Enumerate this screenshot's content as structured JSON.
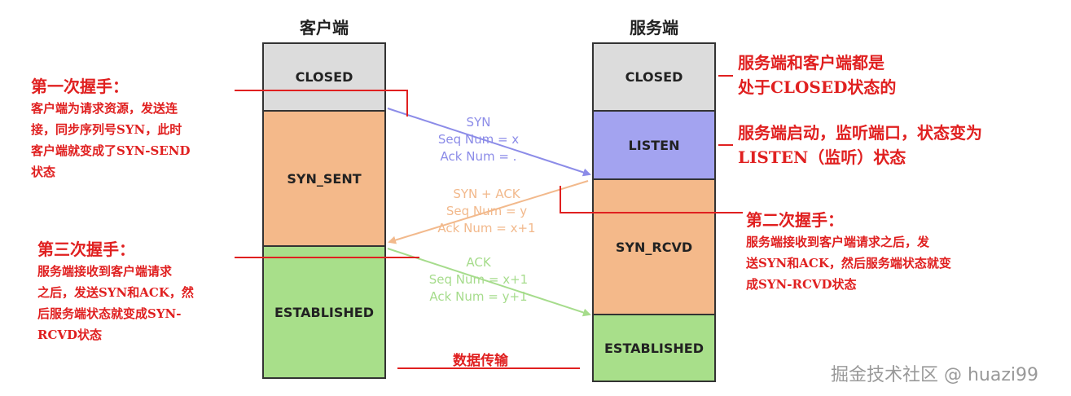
{
  "client": {
    "title": "客户端",
    "states": [
      {
        "label": "CLOSED",
        "color": "#dcdcdc"
      },
      {
        "label": "SYN_SENT",
        "color": "#f4b98a"
      },
      {
        "label": "ESTABLISHED",
        "color": "#a8df8a"
      }
    ]
  },
  "server": {
    "title": "服务端",
    "states": [
      {
        "label": "CLOSED",
        "color": "#dcdcdc"
      },
      {
        "label": "LISTEN",
        "color": "#a3a3f0"
      },
      {
        "label": "SYN_RCVD",
        "color": "#f4b98a"
      },
      {
        "label": "ESTABLISHED",
        "color": "#a8df8a"
      }
    ]
  },
  "messages": [
    {
      "lines": [
        "SYN",
        "Seq Num = x",
        "Ack Num = ."
      ],
      "color": "#8c8ce8"
    },
    {
      "lines": [
        "SYN + ACK",
        "Seq Num = y",
        "Ack Num = x+1"
      ],
      "color": "#f2b98c"
    },
    {
      "lines": [
        "ACK",
        "Seq Num = x+1",
        "Ack Num = y+1"
      ],
      "color": "#a6dc8c"
    }
  ],
  "notes": {
    "first": {
      "title": "第一次握手：",
      "body": [
        "客户端为请求资源，发送连",
        "接，同步序列号SYN，此时",
        "客户端就变成了SYN-SEND",
        "状态"
      ]
    },
    "third": {
      "title": "第三次握手：",
      "body": [
        "服务端接收到客户端请求",
        "之后，发送SYN和ACK，然",
        "后服务端状态就变成SYN-",
        "RCVD状态"
      ]
    },
    "closed": {
      "body": [
        "服务端和客户端都是",
        "处于CLOSED状态的"
      ]
    },
    "listen": {
      "body": [
        "服务端启动，监听端口，状态变为",
        "LISTEN（监听）状态"
      ]
    },
    "second": {
      "title": "第二次握手：",
      "body": [
        "服务端接收到客户端请求之后，发",
        "送SYN和ACK，然后服务端状态就变",
        "成SYN-RCVD状态"
      ]
    }
  },
  "data_transfer": "数据传输",
  "watermark": "掘金技术社区 @ huazi99",
  "accent_red": "#e02020"
}
